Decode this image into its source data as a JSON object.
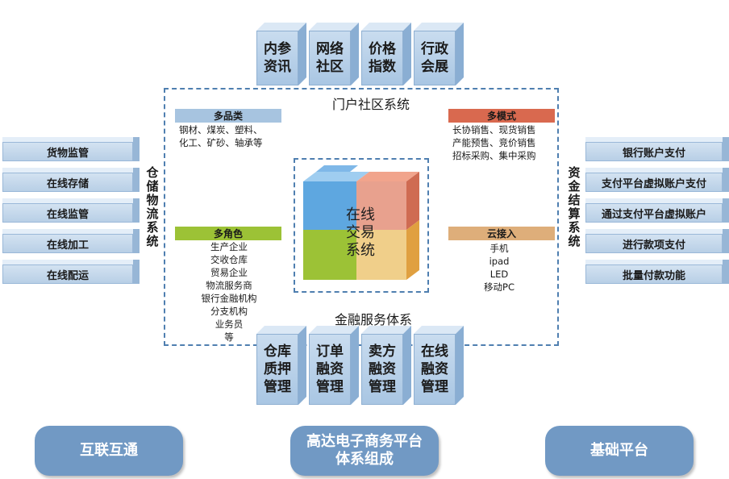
{
  "top_blocks": [
    "内参\n资讯",
    "网络\n社区",
    "价格\n指数",
    "行政\n会展"
  ],
  "bottom_blocks": [
    "仓库\n质押\n管理",
    "订单\n融资\n管理",
    "卖方\n融资\n管理",
    "在线\n融资\n管理"
  ],
  "portal_label": "门户社区系统",
  "finance_label": "金融服务体系",
  "left_system": {
    "label": "仓储物流系统",
    "items": [
      "货物监管",
      "在线存储",
      "在线监管",
      "在线加工",
      "在线配运"
    ]
  },
  "right_system": {
    "label": "资金结算系统",
    "items": [
      "银行账户支付",
      "支付平台虚拟账户支付",
      "通过支付平台虚拟账户",
      "进行款项支付",
      "批量付款功能"
    ]
  },
  "sections": {
    "multi_category": {
      "title": "多品类",
      "lines": [
        "钢材、煤炭、塑料、",
        "化工、矿砂、轴承等"
      ]
    },
    "multi_mode": {
      "title": "多模式",
      "lines": [
        "长协销售、现货销售",
        "产能预售、竞价销售",
        "招标采购、集中采购"
      ]
    },
    "multi_role": {
      "title": "多角色",
      "lines": [
        "生产企业",
        "交收仓库",
        "贸易企业",
        "物流服务商",
        "银行金融机构",
        "分支机构",
        "业务员",
        "等"
      ]
    },
    "cloud_access": {
      "title": "云接入",
      "lines": [
        "手机",
        "ipad",
        "LED",
        "移动PC"
      ]
    }
  },
  "center_cube": {
    "label": "在线\n交易\n系统"
  },
  "bottom_pills": [
    "互联互通",
    "高达电子商务平台\n体系组成",
    "基础平台"
  ],
  "colors": {
    "block_blue": "#a9c6e3",
    "multi_category": "#a7c4e0",
    "multi_mode": "#d9694f",
    "multi_role": "#9cc236",
    "cloud_access": "#deae7a",
    "pill": "#7199c4"
  }
}
